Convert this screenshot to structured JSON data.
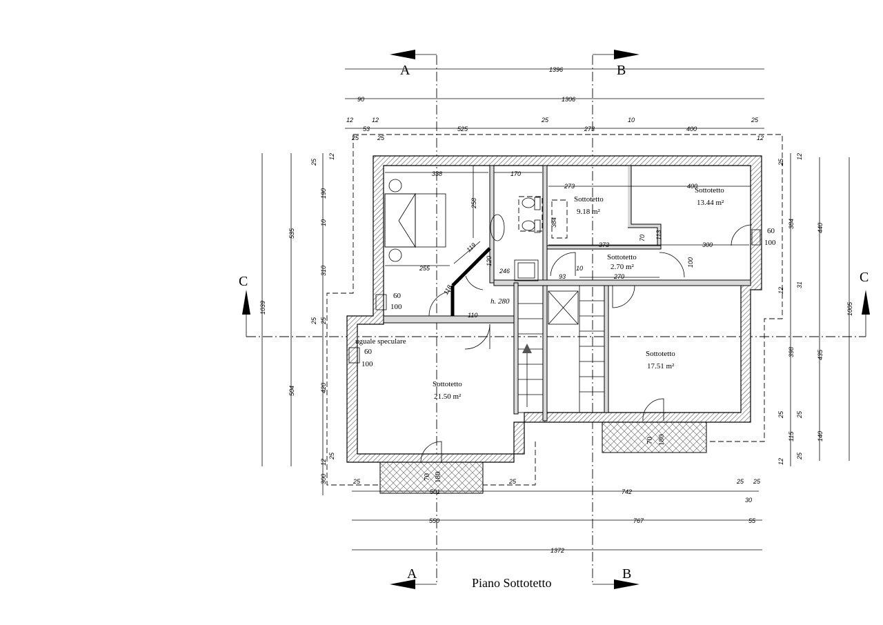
{
  "title": "Piano Sottotetto",
  "section_markers": {
    "a_top": "A",
    "b_top": "B",
    "a_bottom": "A",
    "b_bottom": "B",
    "c_left": "C",
    "c_right": "C"
  },
  "rooms": [
    {
      "name": "Sottotetto",
      "area": "9.18 m²"
    },
    {
      "name": "Sottotetto",
      "area": "13.44 m²"
    },
    {
      "name": "Sottotetto",
      "area": "2.70 m²"
    },
    {
      "name": "Sottotetto",
      "area": "17.51 m²"
    },
    {
      "name": "Sottotetto",
      "area": "21.50 m²"
    }
  ],
  "notes": {
    "height": "h. 280",
    "mirror": "uguale speculare"
  },
  "windows": [
    {
      "w": "60",
      "h": "100"
    },
    {
      "w": "60",
      "h": "100"
    },
    {
      "w": "60",
      "h": "100"
    }
  ],
  "balconies": [
    {
      "w": "70",
      "h": "180"
    },
    {
      "w": "70",
      "h": "180"
    }
  ],
  "dims_top": {
    "row1": "1396",
    "row2_a": "90",
    "row2_b": "1306",
    "row3_a": "12",
    "row3_b": "12",
    "row3_c": "53",
    "row3_d": "525",
    "row3_e": "25",
    "row3_f": "273",
    "row3_g": "10",
    "row3_h": "400",
    "row3_i": "25",
    "row4_a": "25",
    "row4_b": "25",
    "row4_c": "12"
  },
  "dims_bottom": {
    "row1_a": "25",
    "row1_b": "25",
    "row1_c": "742",
    "row1_d": "25",
    "row1_e": "25",
    "row1_f": "30",
    "row1_g": "501",
    "row2_a": "550",
    "row2_b": "767",
    "row2_c": "55",
    "row3": "1372"
  },
  "dims_left": {
    "outer": "1039",
    "mid_a": "535",
    "mid_b": "504",
    "inner_a": "190",
    "inner_b": "10",
    "inner_c": "310",
    "inner_d": "25",
    "inner_e": "420",
    "inner_f": "12",
    "inner_g": "300",
    "edge_a": "25",
    "edge_b": "12",
    "edge_c": "25",
    "edge_d": "25"
  },
  "dims_right": {
    "outer": "1005",
    "mid_a": "440",
    "mid_b": "435",
    "mid_c": "140",
    "inner_a": "384",
    "inner_b": "31",
    "inner_c": "398",
    "inner_d": "25",
    "inner_e": "115",
    "inner_f": "12",
    "edge_a": "25",
    "edge_b": "12",
    "edge_c": "12",
    "edge_d": "25",
    "edge_e": "25"
  },
  "dims_interior": {
    "d338": "338",
    "d170": "170",
    "d273": "273",
    "d400": "400",
    "d258": "258",
    "d119": "119",
    "d120": "120",
    "d246": "246",
    "d255": "255",
    "d118": "118",
    "d384": "384",
    "d373": "373",
    "d300": "300",
    "d70": "70",
    "d100": "100",
    "d270": "270",
    "d10": "10",
    "d93": "93",
    "d110": "110",
    "d113": "113"
  }
}
